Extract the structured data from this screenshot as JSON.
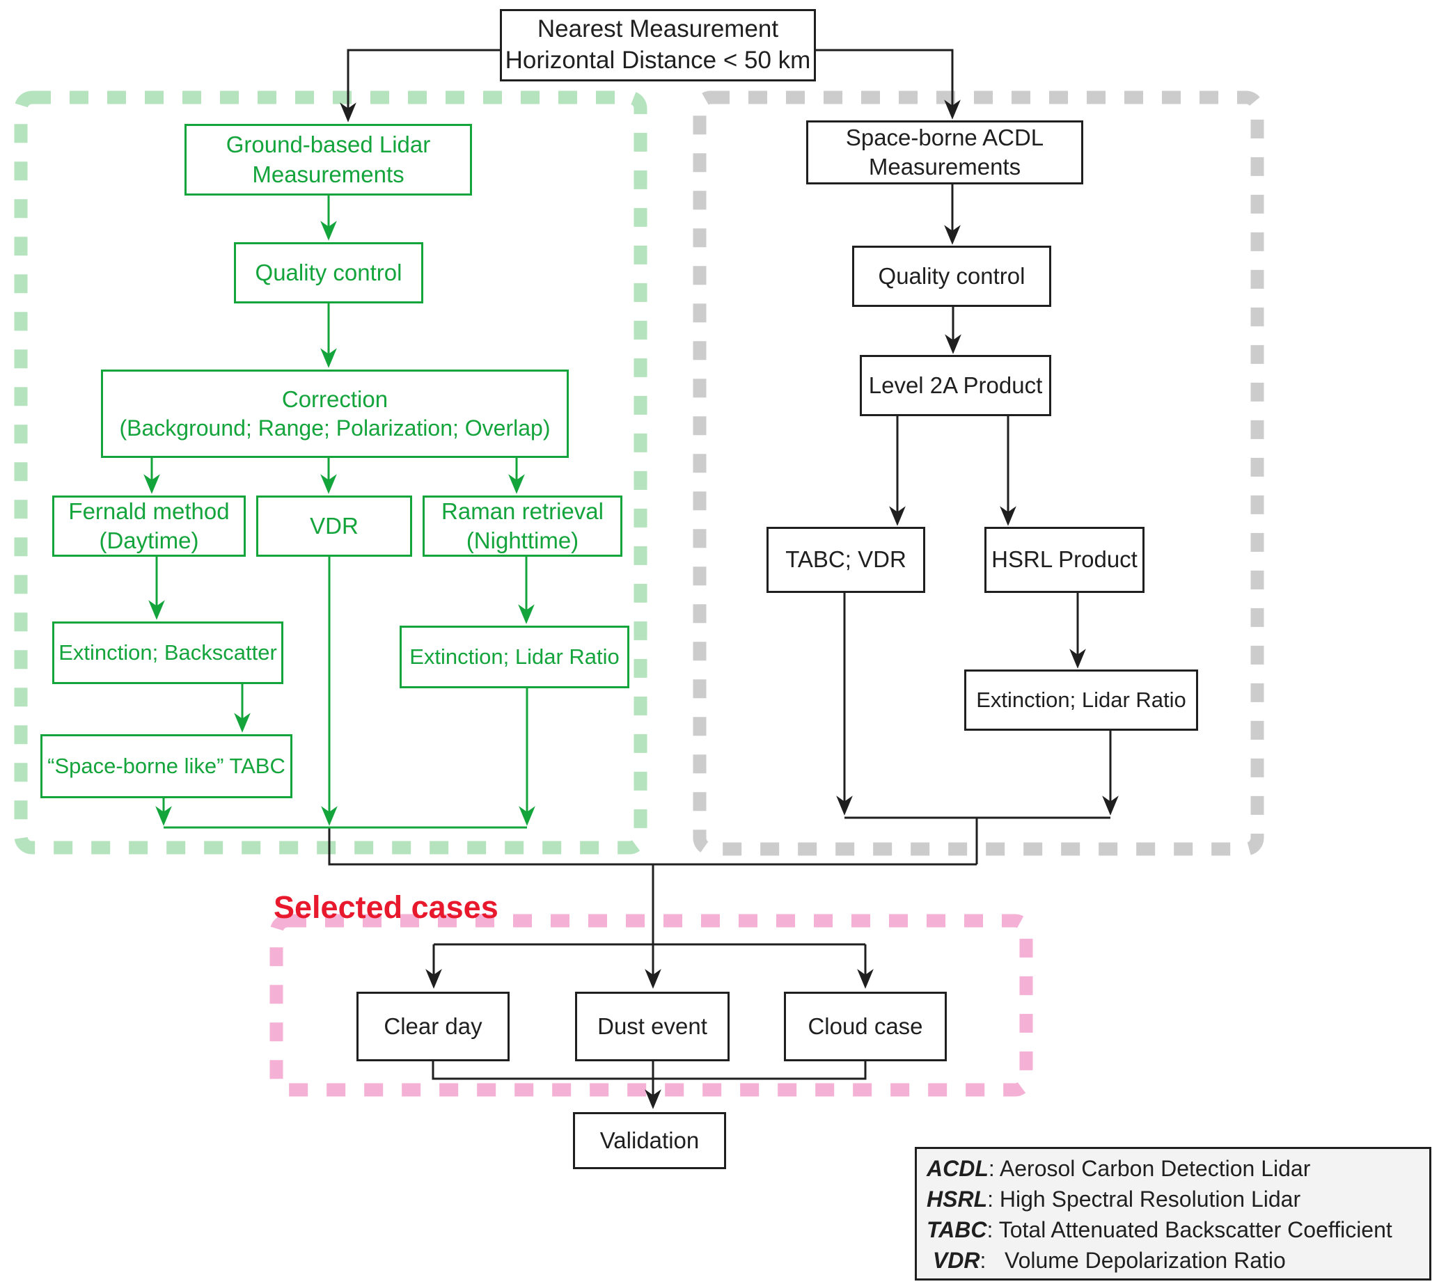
{
  "colors": {
    "green": "#14a43c",
    "pale_green": "#b4e3bd",
    "gray": "#cccccc",
    "pink": "#f5b0d5",
    "red": "#e8192c",
    "black": "#1f1f1f",
    "legend_bg": "#f3f3f3"
  },
  "flow": {
    "nearest": {
      "line1": "Nearest Measurement",
      "line2": "Horizontal Distance < 50 km"
    },
    "ground": {
      "line1": "Ground-based Lidar",
      "line2": "Measurements"
    },
    "quality_ground": {
      "label": "Quality control"
    },
    "correction": {
      "line1": "Correction",
      "line2": "(Background; Range; Polarization; Overlap)"
    },
    "fernald": {
      "line1": "Fernald method",
      "line2": "(Daytime)"
    },
    "vdr": {
      "label": "VDR"
    },
    "raman": {
      "line1": "Raman retrieval",
      "line2": "(Nighttime)"
    },
    "ext_backscatter": {
      "label": "Extinction; Backscatter"
    },
    "tabc_like": {
      "label": "“Space-borne like” TABC"
    },
    "ext_lidar_ground": {
      "label": "Extinction; Lidar Ratio"
    },
    "space": {
      "line1": "Space-borne ACDL",
      "line2": "Measurements"
    },
    "quality_space": {
      "label": "Quality control"
    },
    "level2a": {
      "label": "Level 2A Product"
    },
    "tabc_vdr": {
      "label": "TABC; VDR"
    },
    "hsrl": {
      "label": "HSRL Product"
    },
    "ext_lidar_space": {
      "label": "Extinction; Lidar Ratio"
    },
    "clear_day": {
      "label": "Clear day"
    },
    "dust_event": {
      "label": "Dust event"
    },
    "cloud_case": {
      "label": "Cloud case"
    },
    "validation": {
      "label": "Validation"
    }
  },
  "section": {
    "selected_cases": "Selected cases"
  },
  "legend": {
    "items": [
      {
        "abbr": "ACDL",
        "def": ": Aerosol Carbon Detection Lidar"
      },
      {
        "abbr": "HSRL",
        "def": ": High Spectral Resolution Lidar"
      },
      {
        "abbr": "TABC",
        "def": ": Total Attenuated Backscatter Coefficient"
      },
      {
        "abbr": " VDR",
        "def": ":   Volume Depolarization Ratio"
      }
    ]
  }
}
